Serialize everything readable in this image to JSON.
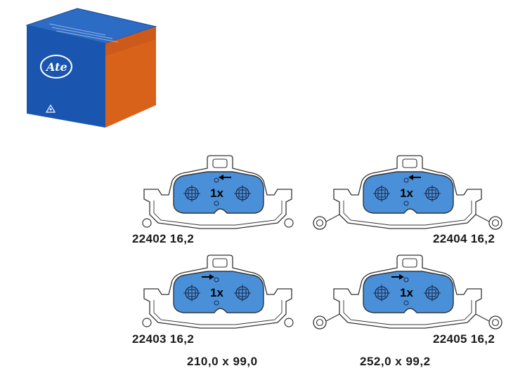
{
  "brand": {
    "logo_text": "Ate",
    "box_color": "#1a56b0",
    "side_color": "#d9621a"
  },
  "pads": [
    {
      "part_number": "22402 16,2",
      "quantity": "1x",
      "arrow": "left",
      "tabs": "clip"
    },
    {
      "part_number": "22404 16,2",
      "quantity": "1x",
      "arrow": "left",
      "tabs": "eyelet"
    },
    {
      "part_number": "22403 16,2",
      "quantity": "1x",
      "arrow": "right",
      "tabs": "clip"
    },
    {
      "part_number": "22405 16,2",
      "quantity": "1x",
      "arrow": "right",
      "tabs": "eyelet"
    }
  ],
  "dimensions": {
    "left": "210,0 x 99,0",
    "right": "252,0 x 99,2"
  },
  "colors": {
    "friction_material": "#4a90d9",
    "outline": "#333333"
  }
}
